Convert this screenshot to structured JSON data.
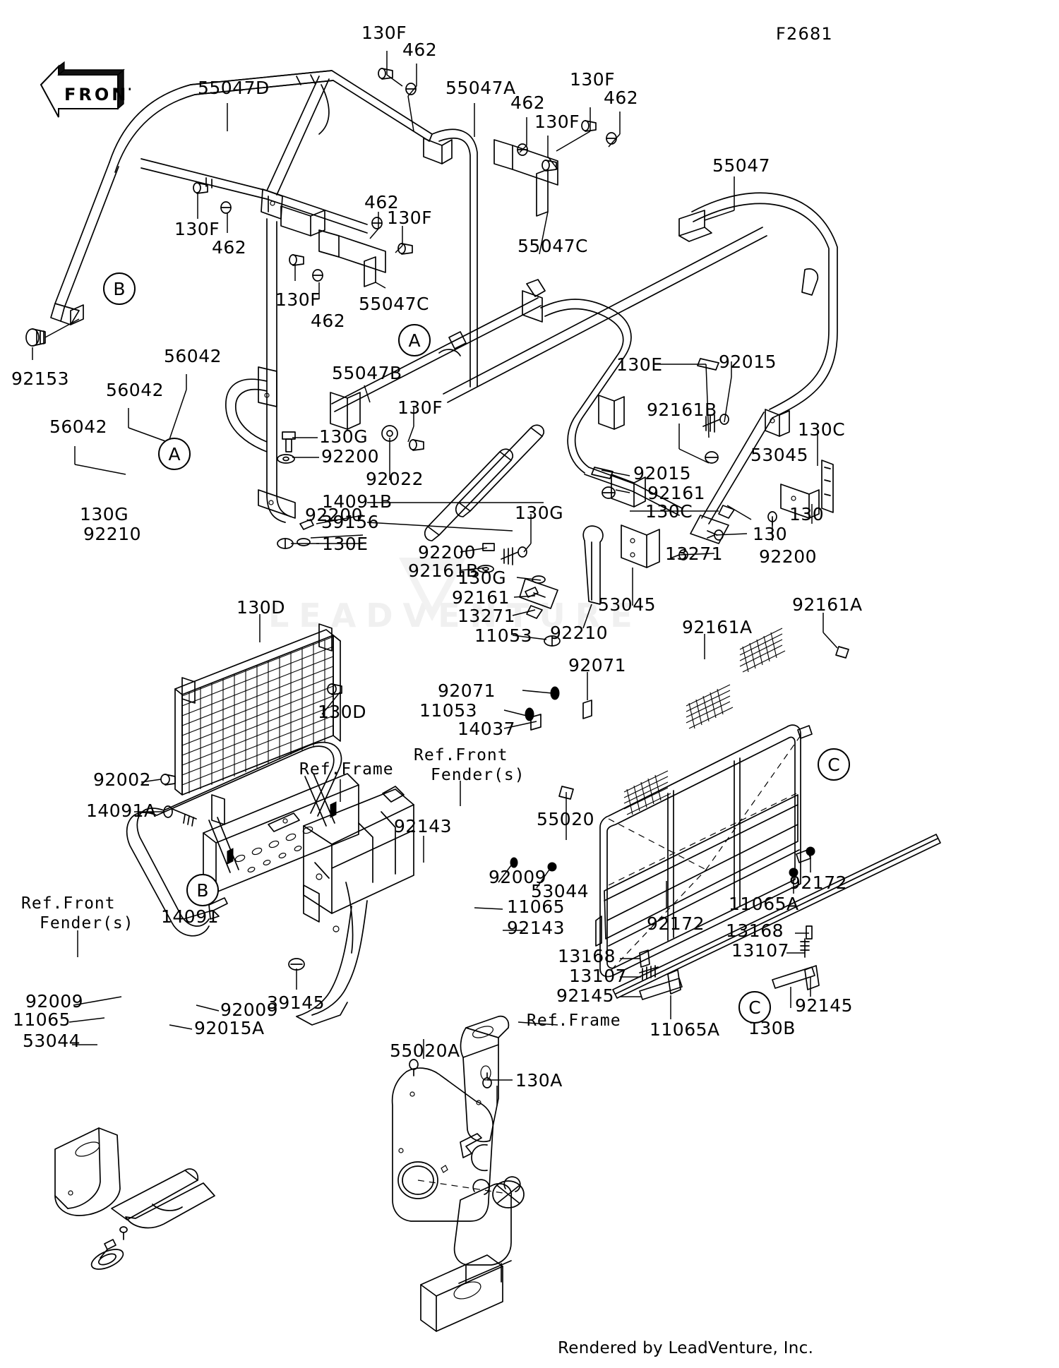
{
  "sheet": {
    "code": "F2681",
    "footer": "Rendered by LeadVenture, Inc.",
    "watermark": "LEADVENTURE",
    "front_marker": "FRONT"
  },
  "reference_bubbles": [
    {
      "id": "bubble-b-upper",
      "label": "B"
    },
    {
      "id": "bubble-a-left",
      "label": "A"
    },
    {
      "id": "bubble-a-center",
      "label": "A"
    },
    {
      "id": "bubble-b-lower",
      "label": "B"
    },
    {
      "id": "bubble-c-upper",
      "label": "C"
    },
    {
      "id": "bubble-c-lower",
      "label": "C"
    }
  ],
  "ref_notes": [
    {
      "id": "ref-frame-center",
      "line1": "Ref.Frame",
      "line2": ""
    },
    {
      "id": "ref-front-fenders-center",
      "line1": "Ref.Front",
      "line2": "Fender(s)"
    },
    {
      "id": "ref-front-fenders-left",
      "line1": "Ref.Front",
      "line2": "Fender(s)"
    },
    {
      "id": "ref-frame-lower",
      "line1": "Ref.Frame",
      "line2": ""
    }
  ],
  "callouts": [
    {
      "id": "c-130F-1",
      "text": "130F"
    },
    {
      "id": "c-462-1",
      "text": "462"
    },
    {
      "id": "c-55047D",
      "text": "55047D"
    },
    {
      "id": "c-55047A",
      "text": "55047A"
    },
    {
      "id": "c-462-2",
      "text": "462"
    },
    {
      "id": "c-130F-2",
      "text": "130F"
    },
    {
      "id": "c-130F-3",
      "text": "130F"
    },
    {
      "id": "c-462-3",
      "text": "462"
    },
    {
      "id": "c-55047",
      "text": "55047"
    },
    {
      "id": "c-130F-4",
      "text": "130F"
    },
    {
      "id": "c-462-4",
      "text": "462"
    },
    {
      "id": "c-462-5",
      "text": "462"
    },
    {
      "id": "c-130F-5",
      "text": "130F"
    },
    {
      "id": "c-55047C-1",
      "text": "55047C"
    },
    {
      "id": "c-130F-6",
      "text": "130F"
    },
    {
      "id": "c-462-6",
      "text": "462"
    },
    {
      "id": "c-55047C-2",
      "text": "55047C"
    },
    {
      "id": "c-92153",
      "text": "92153"
    },
    {
      "id": "c-56042-1",
      "text": "56042"
    },
    {
      "id": "c-56042-2",
      "text": "56042"
    },
    {
      "id": "c-56042-3",
      "text": "56042"
    },
    {
      "id": "c-55047B",
      "text": "55047B"
    },
    {
      "id": "c-130F-7",
      "text": "130F"
    },
    {
      "id": "c-130G-1",
      "text": "130G"
    },
    {
      "id": "c-92200-1",
      "text": "92200"
    },
    {
      "id": "c-92022",
      "text": "92022"
    },
    {
      "id": "c-14091B",
      "text": "14091B"
    },
    {
      "id": "c-39156",
      "text": "39156"
    },
    {
      "id": "c-92200-2",
      "text": "92200"
    },
    {
      "id": "c-130G-2",
      "text": "130G"
    },
    {
      "id": "c-92210-1",
      "text": "92210"
    },
    {
      "id": "c-130E-1",
      "text": "130E"
    },
    {
      "id": "c-130G-3",
      "text": "130G"
    },
    {
      "id": "c-92200-3",
      "text": "92200"
    },
    {
      "id": "c-92161B-1",
      "text": "92161B"
    },
    {
      "id": "c-130E-2",
      "text": "130E"
    },
    {
      "id": "c-92015-1",
      "text": "92015"
    },
    {
      "id": "c-92161B-2",
      "text": "92161B"
    },
    {
      "id": "c-92015-2",
      "text": "92015"
    },
    {
      "id": "c-92161-1",
      "text": "92161"
    },
    {
      "id": "c-130C-1",
      "text": "130C"
    },
    {
      "id": "c-53045-1",
      "text": "53045"
    },
    {
      "id": "c-130C-2",
      "text": "130C"
    },
    {
      "id": "c-130-1",
      "text": "130"
    },
    {
      "id": "c-13271-1",
      "text": "13271"
    },
    {
      "id": "c-130-2",
      "text": "130"
    },
    {
      "id": "c-92200-4",
      "text": "92200"
    },
    {
      "id": "c-130G-4",
      "text": "130G"
    },
    {
      "id": "c-92161-2",
      "text": "92161"
    },
    {
      "id": "c-13271-2",
      "text": "13271"
    },
    {
      "id": "c-53045-2",
      "text": "53045"
    },
    {
      "id": "c-92210-2",
      "text": "92210"
    },
    {
      "id": "c-11053-1",
      "text": "11053"
    },
    {
      "id": "c-92071-1",
      "text": "92071"
    },
    {
      "id": "c-92071-2",
      "text": "92071"
    },
    {
      "id": "c-11053-2",
      "text": "11053"
    },
    {
      "id": "c-14037",
      "text": "14037"
    },
    {
      "id": "c-92161A-1",
      "text": "92161A"
    },
    {
      "id": "c-92161A-2",
      "text": "92161A"
    },
    {
      "id": "c-55020",
      "text": "55020"
    },
    {
      "id": "c-130D-1",
      "text": "130D"
    },
    {
      "id": "c-130D-2",
      "text": "130D"
    },
    {
      "id": "c-92002",
      "text": "92002"
    },
    {
      "id": "c-14091A",
      "text": "14091A"
    },
    {
      "id": "c-92143-1",
      "text": "92143"
    },
    {
      "id": "c-92009-1",
      "text": "92009"
    },
    {
      "id": "c-53044-1",
      "text": "53044"
    },
    {
      "id": "c-11065-1",
      "text": "11065"
    },
    {
      "id": "c-92143-2",
      "text": "92143"
    },
    {
      "id": "c-92009-2",
      "text": "92009"
    },
    {
      "id": "c-11065-2",
      "text": "11065"
    },
    {
      "id": "c-53044-2",
      "text": "53044"
    },
    {
      "id": "c-14091",
      "text": "14091"
    },
    {
      "id": "c-92009-3",
      "text": "92009"
    },
    {
      "id": "c-92015A",
      "text": "92015A"
    },
    {
      "id": "c-39145",
      "text": "39145"
    },
    {
      "id": "c-92172-1",
      "text": "92172"
    },
    {
      "id": "c-92172-2",
      "text": "92172"
    },
    {
      "id": "c-11065A-1",
      "text": "11065A"
    },
    {
      "id": "c-13168-1",
      "text": "13168"
    },
    {
      "id": "c-13107-1",
      "text": "13107"
    },
    {
      "id": "c-92145-1",
      "text": "92145"
    },
    {
      "id": "c-11065A-2",
      "text": "11065A"
    },
    {
      "id": "c-13168-2",
      "text": "13168"
    },
    {
      "id": "c-13107-2",
      "text": "13107"
    },
    {
      "id": "c-92145-2",
      "text": "92145"
    },
    {
      "id": "c-130B",
      "text": "130B"
    },
    {
      "id": "c-55020A",
      "text": "55020A"
    },
    {
      "id": "c-130A",
      "text": "130A"
    }
  ]
}
